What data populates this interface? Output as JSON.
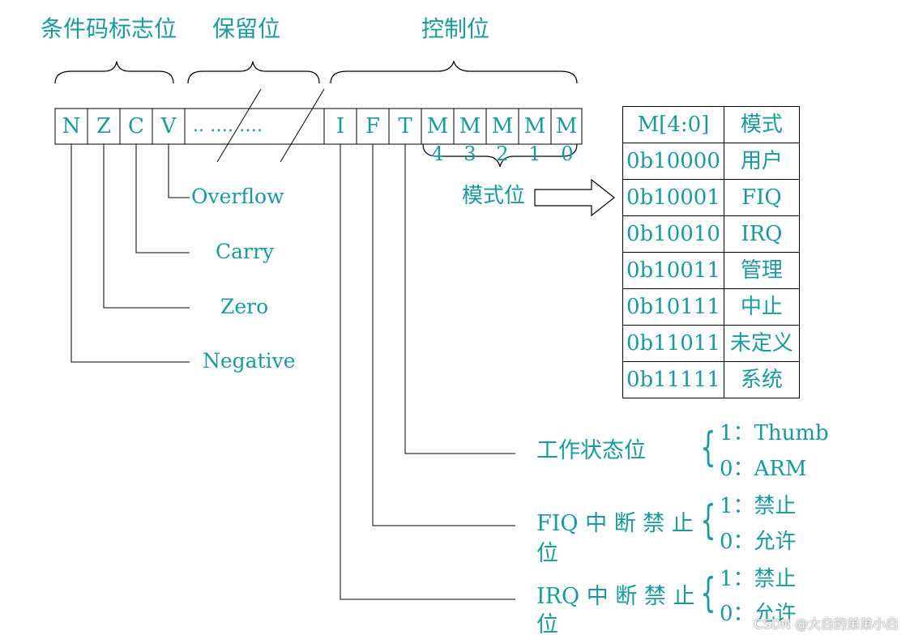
{
  "groups": {
    "condition": "条件码标志位",
    "reserved": "保留位",
    "control": "控制位"
  },
  "register_cells": [
    "N",
    "Z",
    "C",
    "V",
    ".. …. ….",
    "I",
    "F",
    "T",
    "M",
    "M",
    "M",
    "M",
    "M"
  ],
  "mode_subscripts": [
    "4",
    "3",
    "2",
    "1",
    "0"
  ],
  "flags": {
    "overflow": "Overflow",
    "carry": "Carry",
    "zero": "Zero",
    "negative": "Negative"
  },
  "mode_bits_label": "模式位",
  "mode_table": {
    "header": [
      "M[4:0]",
      "模式"
    ],
    "rows": [
      [
        "0b10000",
        "用户"
      ],
      [
        "0b10001",
        "FIQ"
      ],
      [
        "0b10010",
        "IRQ"
      ],
      [
        "0b10011",
        "管理"
      ],
      [
        "0b10111",
        "中止"
      ],
      [
        "0b11011",
        "未定义"
      ],
      [
        "0b11111",
        "系统"
      ]
    ]
  },
  "control_bits": {
    "t": {
      "label": "工作状态位",
      "opt1": "1：Thumb",
      "opt0": "0：ARM"
    },
    "f": {
      "label_line1": "FIQ 中 断 禁 止",
      "label_line2": "位",
      "opt1": "1：禁止",
      "opt0": "0：允许"
    },
    "i": {
      "label_line1": "IRQ 中 断 禁 止",
      "label_line2": "位",
      "opt1": "1：禁止",
      "opt0": "0：允许"
    }
  },
  "watermark": "CSDN @大白的弟弟小白",
  "colors": {
    "text": "#1a9a9c",
    "lines": "#000000"
  }
}
